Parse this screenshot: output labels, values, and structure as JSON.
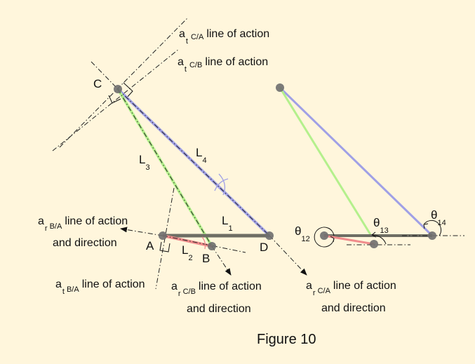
{
  "figure_title": "Figure 10",
  "points": {
    "C": "C",
    "A": "A",
    "B": "B",
    "D": "D"
  },
  "links": {
    "L1": {
      "base": "L",
      "sub": "1"
    },
    "L2": {
      "base": "L",
      "sub": "2"
    },
    "L3": {
      "base": "L",
      "sub": "3"
    },
    "L4": {
      "base": "L",
      "sub": "4"
    }
  },
  "annotations": {
    "at_CA": {
      "a": "a",
      "sub": "t",
      "rel": "C/A",
      "text": "line of action"
    },
    "at_CB": {
      "a": "a",
      "sub": "t",
      "rel": "C/B",
      "text": "line of action"
    },
    "ar_BA": {
      "a": "a",
      "sub": "r",
      "rel": "B/A",
      "text": "line of action",
      "text2": "and direction"
    },
    "at_BA": {
      "a": "a",
      "sub": "t",
      "rel": "B/A",
      "text": "line of action"
    },
    "ar_CB": {
      "a": "a",
      "sub": "r",
      "rel": "C/B",
      "text": "line of action",
      "text2": "and direction"
    },
    "ar_CA": {
      "a": "a",
      "sub": "r",
      "rel": "C/A",
      "text": "line of action",
      "text2": "and direction"
    }
  },
  "angles": {
    "t12": {
      "base": "θ",
      "sub": "12"
    },
    "t13": {
      "base": "θ",
      "sub": "13"
    },
    "t14": {
      "base": "θ",
      "sub": "14"
    }
  },
  "colors": {
    "background": "#fff6dc",
    "link1": "#6e6e64",
    "link2": "#f08c8c",
    "link3": "#b4f08c",
    "link4": "#a0a0e6",
    "joint": "#6e6e6e"
  }
}
